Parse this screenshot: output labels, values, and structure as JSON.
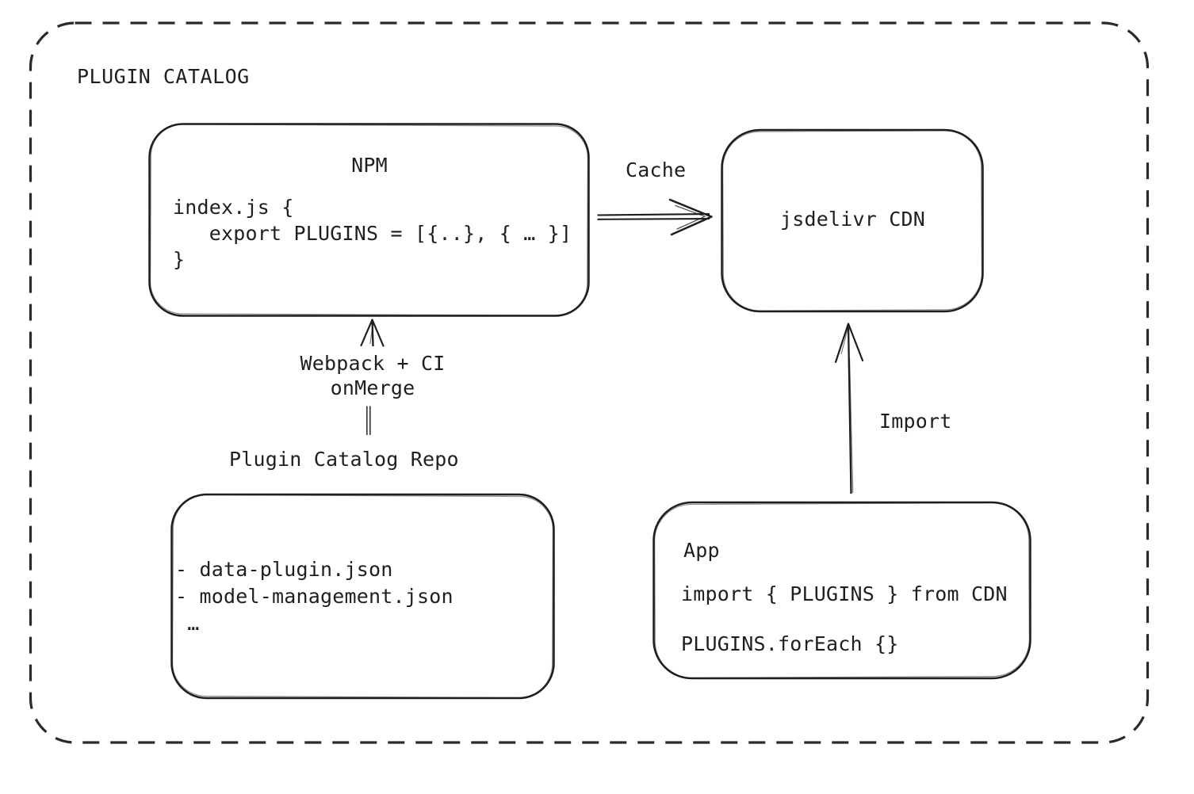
{
  "diagram": {
    "title": "PLUGIN CATALOG",
    "nodes": {
      "npm": {
        "title": "NPM",
        "code": "index.js {\n   export PLUGINS = [{..}, { … }]\n}"
      },
      "cdn": {
        "label": "jsdelivr CDN"
      },
      "repo": {
        "title": "Plugin Catalog Repo",
        "files": "- data-plugin.json\n- model-management.json\n …"
      },
      "app": {
        "title": "App",
        "import_line": "import { PLUGINS } from CDN",
        "foreach_line": "PLUGINS.forEach {}"
      }
    },
    "edges": {
      "cache": {
        "label": "Cache"
      },
      "build": {
        "label": "Webpack + CI\nonMerge"
      },
      "import": {
        "label": "Import"
      }
    },
    "colors": {
      "ink": "#1e1e1e",
      "background": "#ffffff"
    }
  }
}
